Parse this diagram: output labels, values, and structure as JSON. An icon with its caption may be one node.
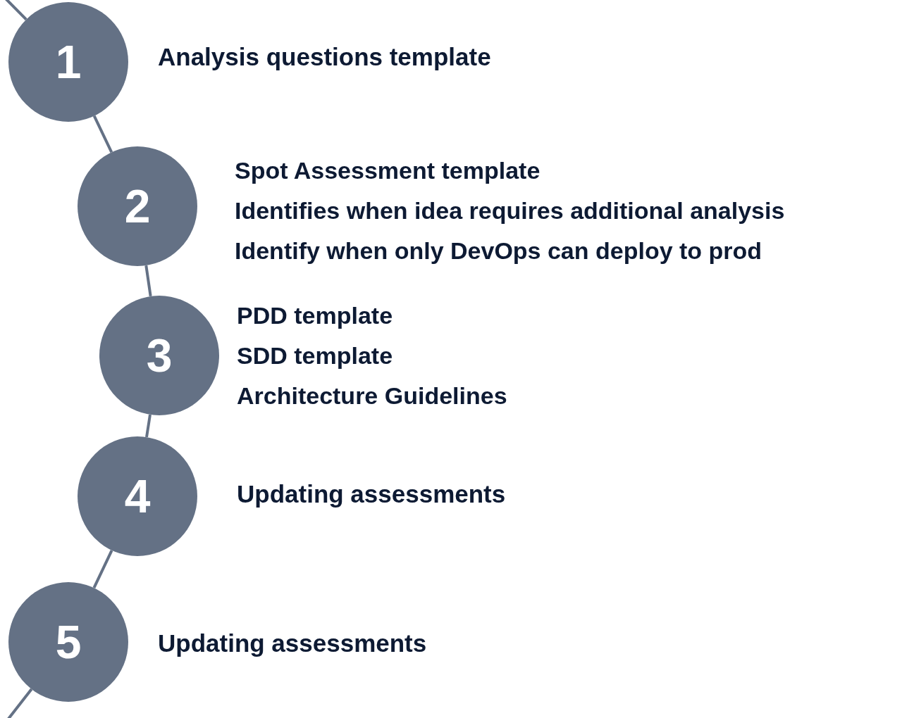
{
  "diagram": {
    "nodes": [
      {
        "text": [
          "1"
        ],
        "beside": [
          "Analysis questions template"
        ]
      },
      {
        "text": [
          "2"
        ],
        "beside": [
          "Spot Assessment template",
          "Identifies when idea requires additional analysis",
          "Identify when only DevOps can deploy to prod"
        ]
      },
      {
        "text": [
          "3"
        ],
        "beside": [
          "PDD template",
          "SDD template",
          "Architecture Guidelines"
        ]
      },
      {
        "text": [
          "4"
        ],
        "beside": [
          "Updating assessments"
        ]
      },
      {
        "text": [
          "5"
        ],
        "beside": [
          "Updating assessments"
        ]
      }
    ],
    "edges": [
      {
        "from": null,
        "to": 0,
        "arrow": "none"
      },
      {
        "from": 0,
        "to": 1,
        "arrow": "none"
      },
      {
        "from": 1,
        "to": 2,
        "arrow": "none"
      },
      {
        "from": 2,
        "to": 3,
        "arrow": "none"
      },
      {
        "from": 3,
        "to": 4,
        "arrow": "none"
      },
      {
        "from": 4,
        "to": null,
        "arrow": "none"
      }
    ]
  }
}
